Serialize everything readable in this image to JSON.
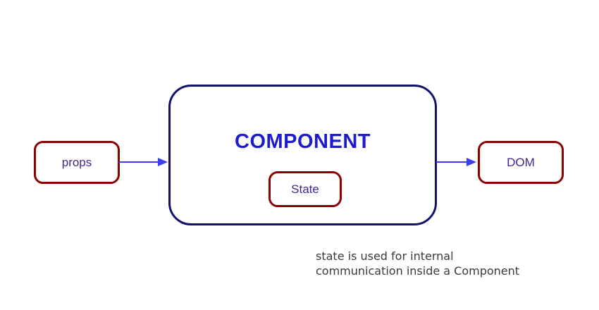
{
  "diagram": {
    "props_label": "props",
    "component_label": "COMPONENT",
    "state_label": "State",
    "dom_label": "DOM",
    "caption_line1": "state is used for internal",
    "caption_line2": "communication inside a Component",
    "colors": {
      "box_border_red": "#8b0000",
      "component_border": "#12126b",
      "component_text": "#1c1ccd",
      "label_text": "#44258b",
      "arrow": "#3c3cf2",
      "caption_text": "#3a3a3a",
      "background": "#ffffff"
    }
  }
}
